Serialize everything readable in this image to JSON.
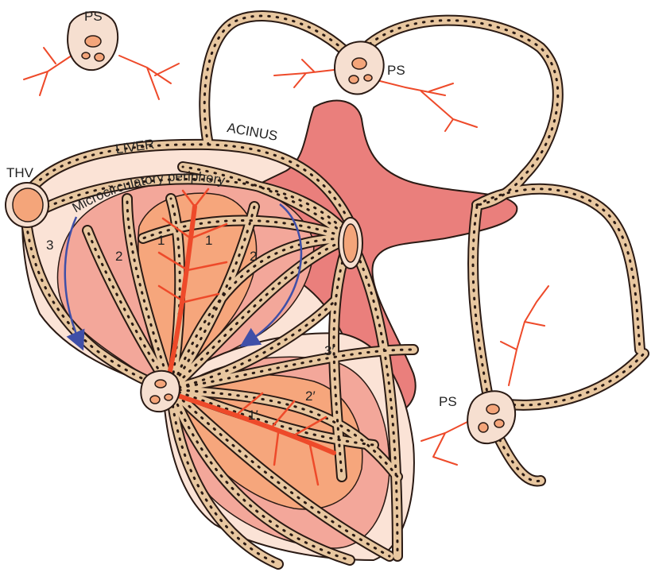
{
  "labels": {
    "ps_top_left": "PS",
    "ps_top_right": "PS",
    "ps_bottom_right": "PS",
    "thv": "THV",
    "liver": "LIVER",
    "acinus": "ACINUS",
    "periphery": "Microcirculatory periphery"
  },
  "zones": {
    "z3_left": "3",
    "z2_left": "2",
    "z1_left": "1",
    "z1_right": "1",
    "z2_right": "2",
    "z3_prime": "3′",
    "z2_prime": "2′",
    "z1_prime": "1′"
  },
  "colors": {
    "outline": "#2a1a14",
    "cell_fill": "#e8c7a0",
    "nucleus": "#2a1a14",
    "zone_outer": "#fbe3d6",
    "zone_mid": "#f3a79a",
    "zone_inner": "#f6a67c",
    "star": "#ea7f7c",
    "artery": "#ee4a2a",
    "arrow": "#3f4fa8",
    "thv_fill": "#f4a57a",
    "ps_fill": "#f6dfd0"
  },
  "icons": {
    "portal_space": "portal-space-icon",
    "terminal_hepatic_venule": "terminal-hepatic-venule-icon",
    "flow_arrow": "flow-arrow-icon"
  }
}
